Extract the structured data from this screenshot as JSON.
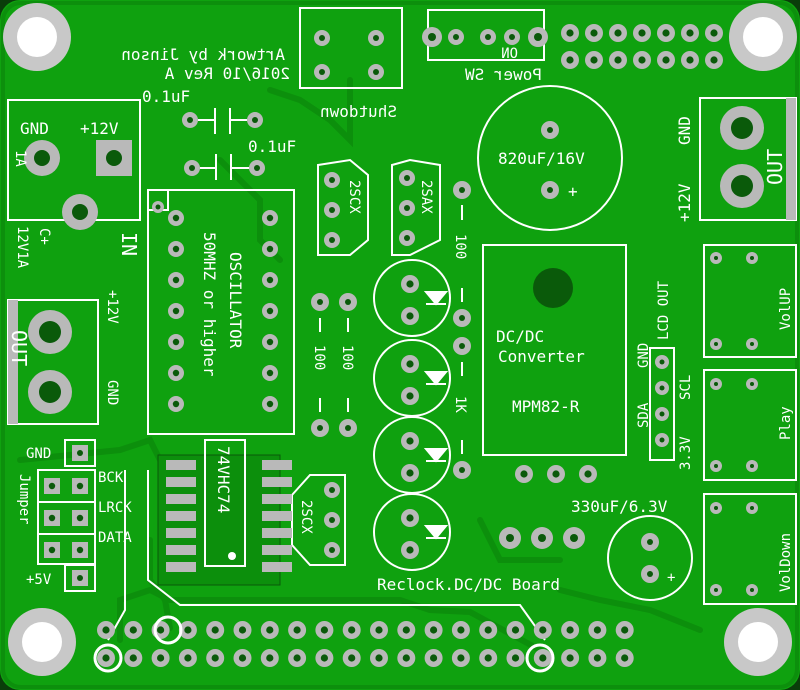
{
  "colors": {
    "copper": "#0fa10f",
    "trace": "#0c8f0c",
    "silk": "#ffffff",
    "pad": "#b9b9b9",
    "hole": "#0a5a0a",
    "mount": "#c8c8c8"
  },
  "labels": {
    "artwork": "Artwork by Jinson",
    "revision": "2016/10 Rev A",
    "cap1": "0.1uF",
    "cap2": "0.1uF",
    "shutdown": "Shutdown",
    "power_sw": "Power SW",
    "on": "ON",
    "in_gnd": "GND",
    "in_12v": "+12V",
    "in_1a": "1A",
    "in_c": "C+",
    "in_12v1a": "12V1A",
    "in": "IN",
    "out_left_12v": "+12V",
    "out_left_gnd": "GND",
    "out_left": "OUT",
    "osc_line1": "OSCILLATOR",
    "osc_line2": "50MHZ or higher",
    "sc_a": "2SCX",
    "sc_b": "2SAX",
    "sc_c": "2SCX",
    "r100_a": "100",
    "r100_b": "100",
    "r100_c": "100",
    "r1k": "1K",
    "cap820": "820uF/16V",
    "cap330": "330uF/6.3V",
    "dcdc_1": "DC/DC",
    "dcdc_2": "Converter",
    "dcdc_3": "MPM82-R",
    "out_right_gnd": "GND",
    "out_right_12v": "+12V",
    "out_right": "OUT",
    "lcd_out": "LCD OUT",
    "lcd_gnd": "GND",
    "lcd_sda": "SDA",
    "lcd_scl": "SCL",
    "lcd_33v": "3.3V",
    "vol_up": "VolUP",
    "play": "Play",
    "vol_down": "VolDown",
    "gnd_pin": "GND",
    "bck": "BCK",
    "lrck": "LRCK",
    "data": "DATA",
    "jumper": "Jumper",
    "plus5v": "+5V",
    "ic": "74VHC74",
    "board_name": "Reclock.DC/DC Board"
  }
}
